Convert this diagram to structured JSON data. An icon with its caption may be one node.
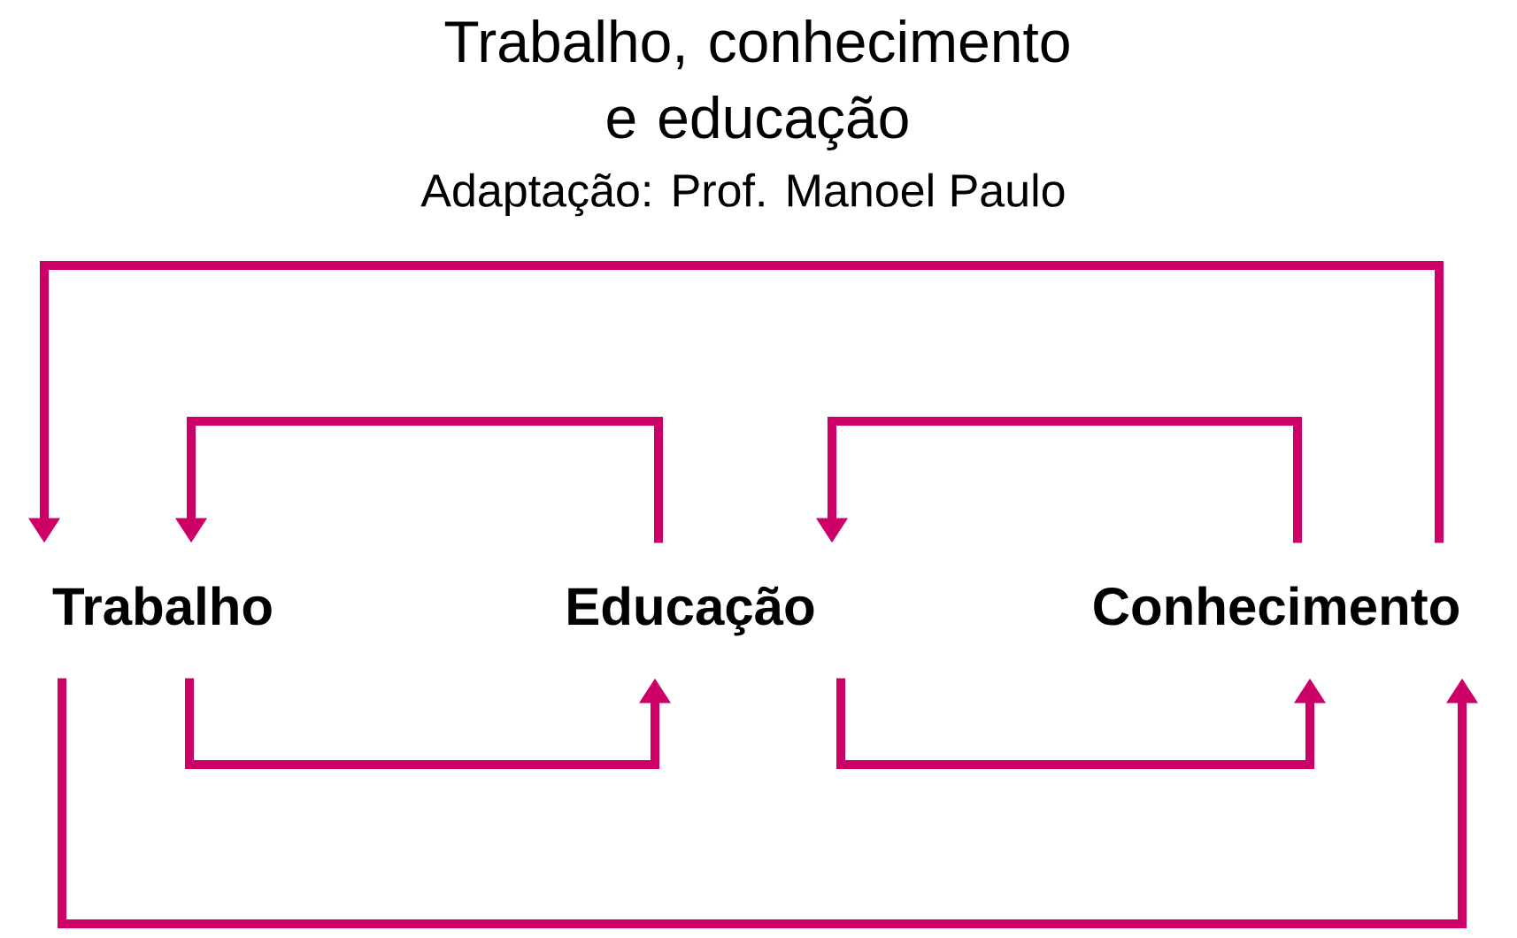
{
  "diagram": {
    "title": "Trabalho, conhecimento e educação",
    "nodes": [
      {
        "text": [
          "Trabalho"
        ]
      },
      {
        "text": [
          "Educação"
        ]
      },
      {
        "text": [
          "Conhecimento"
        ]
      }
    ],
    "edges": [
      {
        "from": 2,
        "to": 0,
        "arrow": "to"
      },
      {
        "from": 1,
        "to": 0,
        "arrow": "to"
      },
      {
        "from": 2,
        "to": 1,
        "arrow": "to"
      },
      {
        "from": 0,
        "to": 1,
        "arrow": "to"
      },
      {
        "from": 1,
        "to": 2,
        "arrow": "to"
      },
      {
        "from": 0,
        "to": 2,
        "arrow": "to"
      }
    ],
    "labels": [
      "Adaptação: Prof. Manoel Paulo"
    ]
  }
}
